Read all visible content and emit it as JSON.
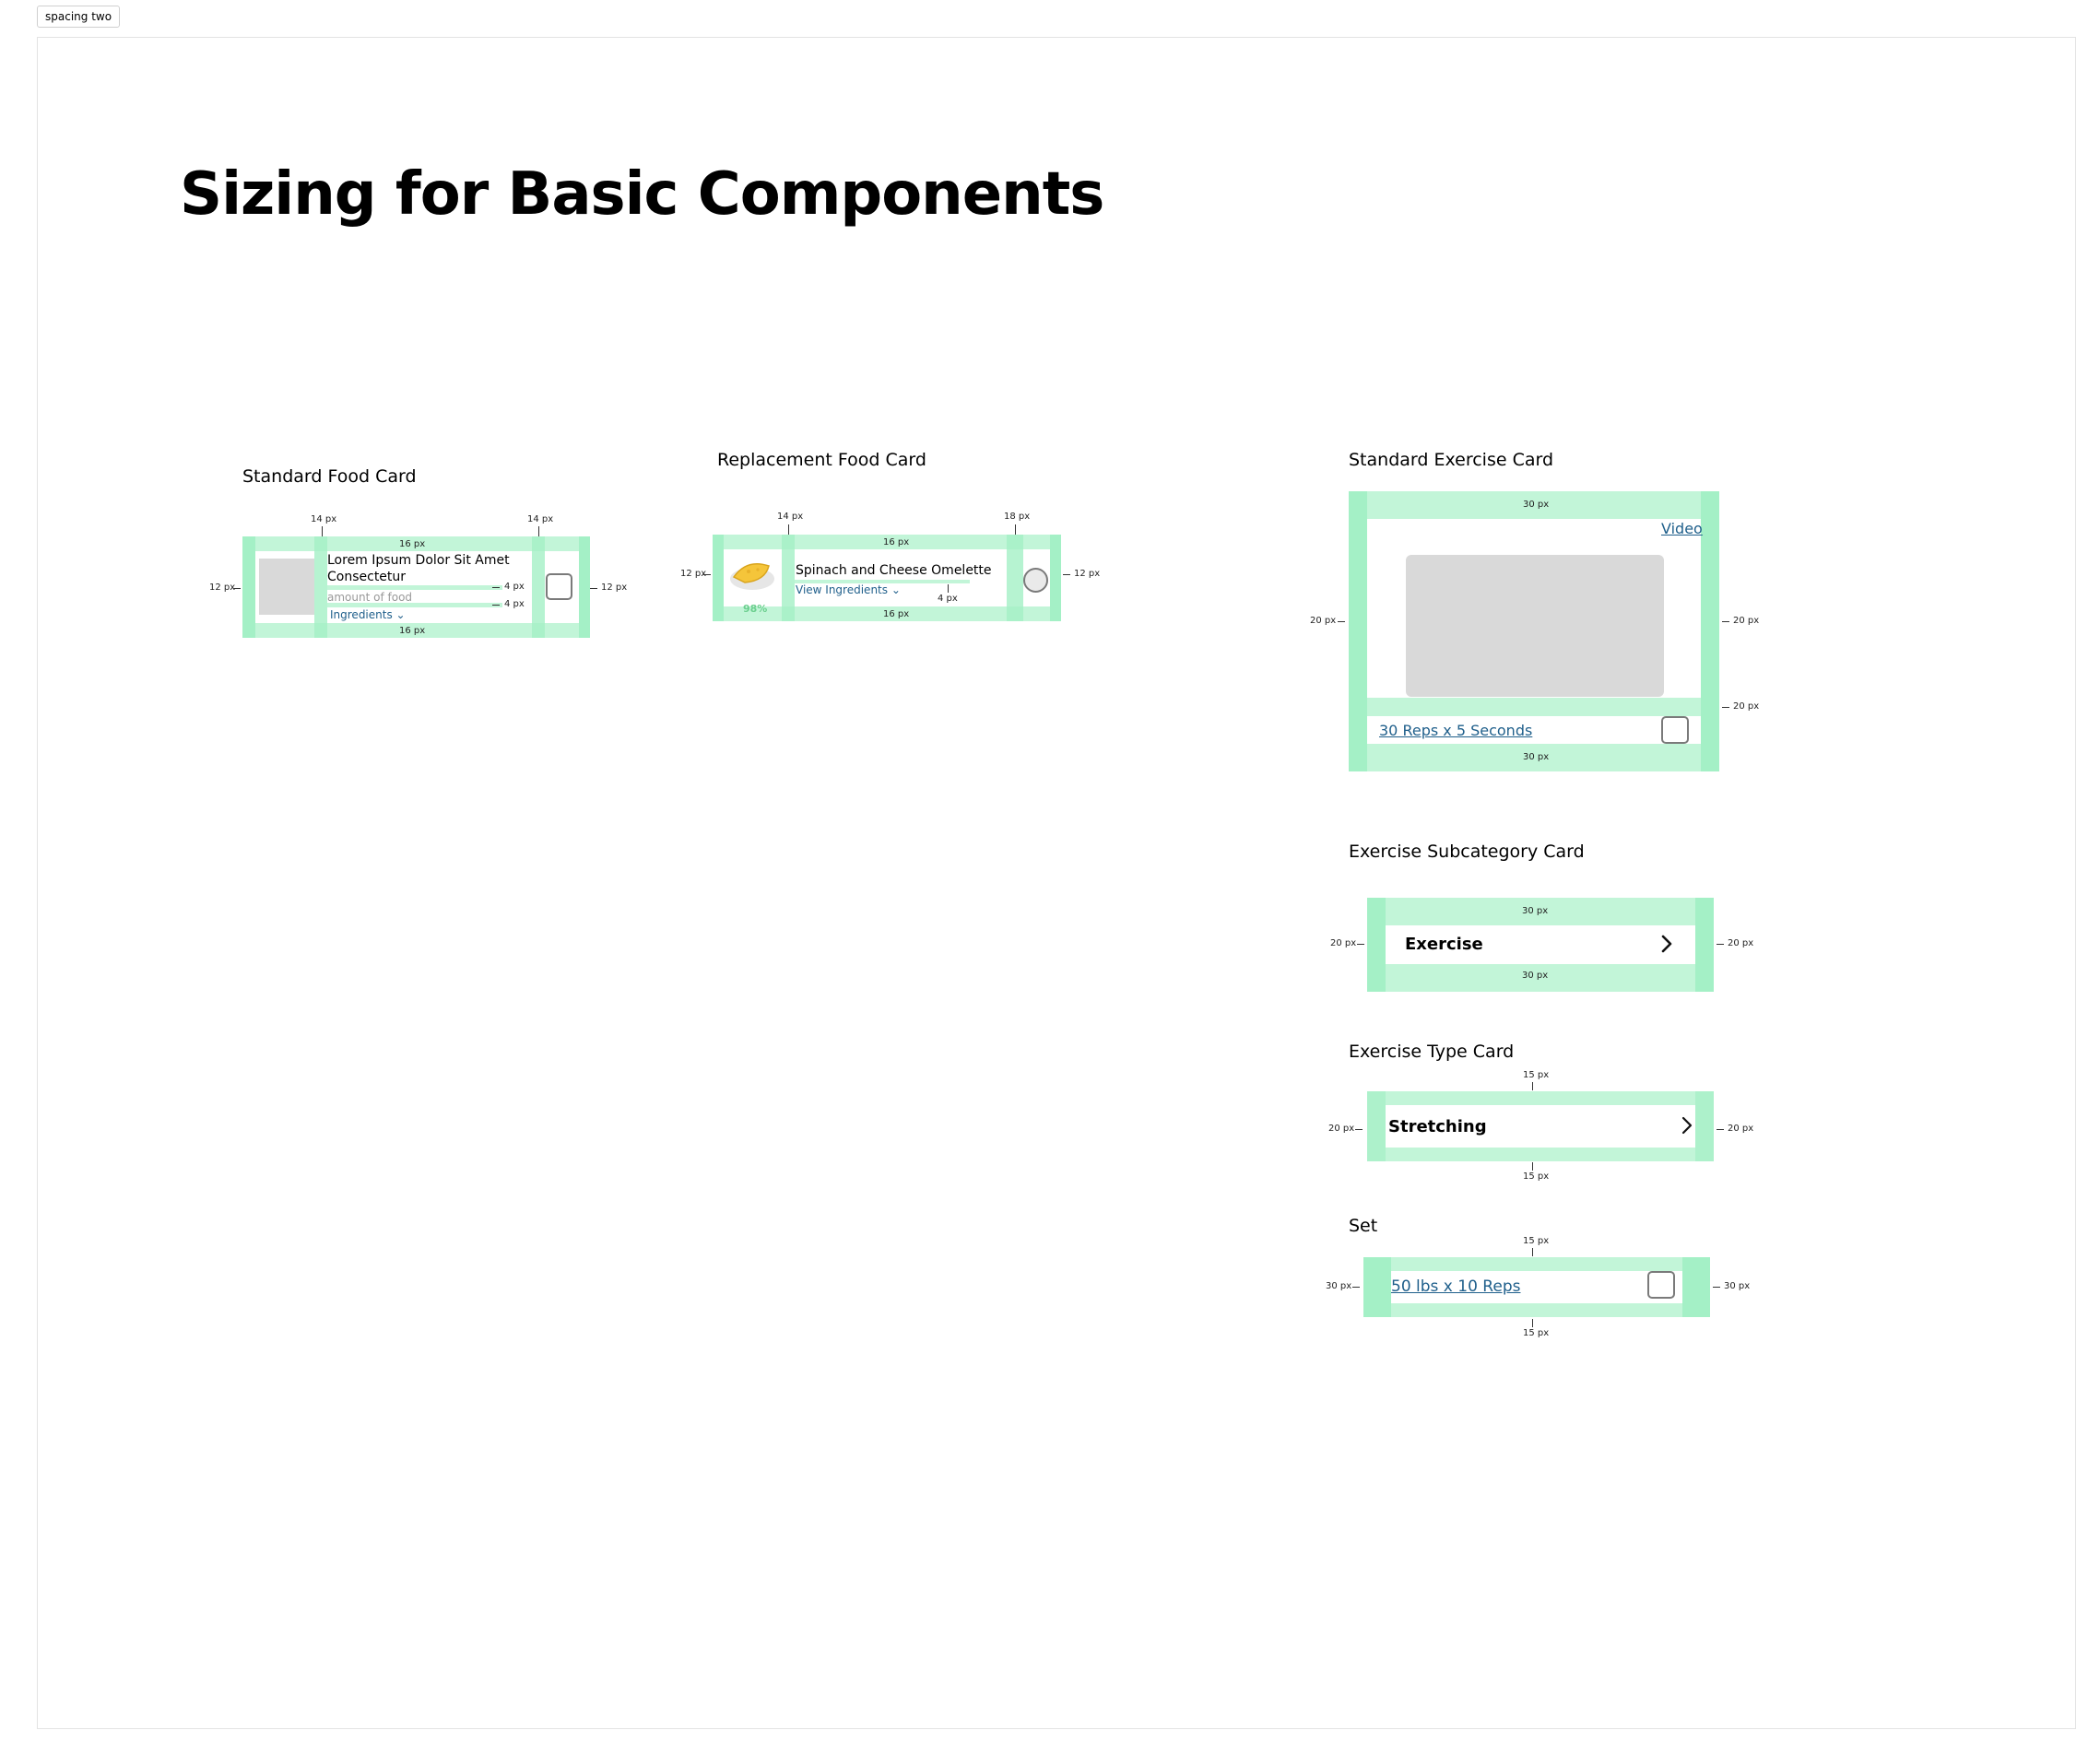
{
  "tag_label": "spacing two",
  "page_title": "Sizing for Basic Components",
  "colors": {
    "band": "#c2f5d8",
    "band_dark": "#a4f0c6",
    "link": "#1f5f8b",
    "percent": "#6bcf8e"
  },
  "standard_food_card": {
    "title": "Standard Food Card",
    "name": "Lorem Ipsum Dolor Sit Amet",
    "name_line2": "Consectetur",
    "amount": "amount of food",
    "ingredients": "Ingredients",
    "m_top_left": "14 px",
    "m_top_right": "14 px",
    "m_top": "16 px",
    "m_bottom": "16 px",
    "m_left": "12 px",
    "m_right": "12 px",
    "m_gap1": "4 px",
    "m_gap2": "4 px"
  },
  "replacement_food_card": {
    "title": "Replacement Food Card",
    "name": "Spinach and Cheese Omelette",
    "link": "View Ingredients",
    "percent": "98%",
    "m_top_left": "14 px",
    "m_top_right": "18 px",
    "m_top": "16 px",
    "m_bottom": "16 px",
    "m_left": "12 px",
    "m_right": "12 px",
    "m_gap": "4 px"
  },
  "standard_exercise_card": {
    "title": "Standard Exercise Card",
    "video": "Video",
    "reps": "30 Reps x 5 Seconds",
    "m_top": "30 px",
    "m_bottom": "30 px",
    "m_left": "20 px",
    "m_right": "20 px",
    "m_mid": "20 px"
  },
  "exercise_subcategory_card": {
    "title": "Exercise Subcategory Card",
    "label": "Exercise",
    "m_top": "30 px",
    "m_bottom": "30 px",
    "m_left": "20 px",
    "m_right": "20 px"
  },
  "exercise_type_card": {
    "title": "Exercise Type Card",
    "label": "Stretching",
    "m_top": "15 px",
    "m_bottom": "15 px",
    "m_left": "20 px",
    "m_right": "20 px"
  },
  "set_card": {
    "title": "Set",
    "label": "50 lbs x 10 Reps",
    "m_top": "15 px",
    "m_bottom": "15 px",
    "m_left": "30 px",
    "m_right": "30 px"
  }
}
